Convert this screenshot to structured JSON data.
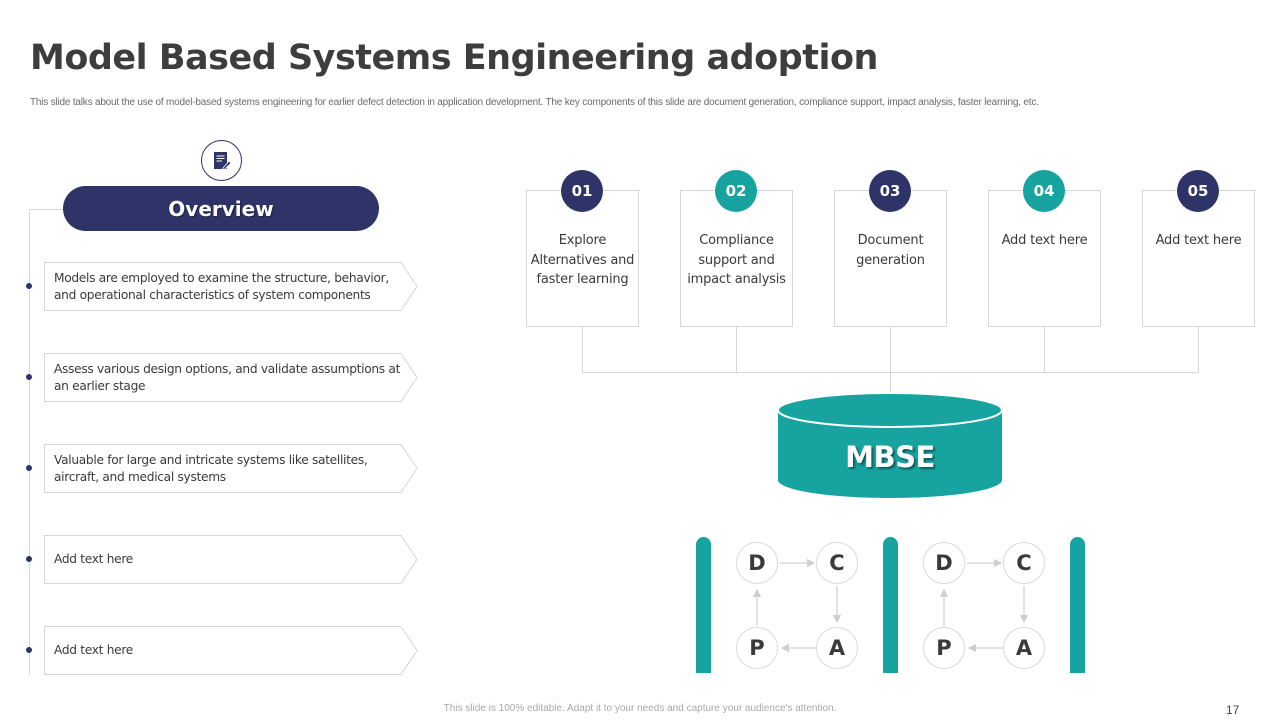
{
  "slide": {
    "title": "Model Based Systems Engineering adoption",
    "subtitle": "This slide talks about the use of model-based systems engineering for earlier defect detection in application development. The key components of this slide are document generation, compliance support, impact analysis, faster learning, etc.",
    "footer": "This slide is 100% editable. Adapt it to your needs and capture your audience's attention.",
    "page_number": "17"
  },
  "colors": {
    "navy": "#2f3468",
    "teal": "#17a3a0",
    "border": "#d6d6d6"
  },
  "overview": {
    "icon": "document-edit-icon",
    "heading": "Overview",
    "items": [
      {
        "text": "Models are employed to examine the structure, behavior, and operational characteristics of system components"
      },
      {
        "text": "Assess various design options, and validate assumptions at an earlier stage"
      },
      {
        "text": "Valuable for large and intricate systems like satellites, aircraft, and medical systems"
      },
      {
        "text": "Add text here"
      },
      {
        "text": "Add text here"
      }
    ]
  },
  "components": [
    {
      "number": "01",
      "label": "Explore Alternatives and faster learning",
      "color": "navy"
    },
    {
      "number": "02",
      "label": "Compliance support and impact analysis",
      "color": "teal"
    },
    {
      "number": "03",
      "label": "Document generation",
      "color": "navy"
    },
    {
      "number": "04",
      "label": "Add text here",
      "color": "teal"
    },
    {
      "number": "05",
      "label": "Add text here",
      "color": "navy"
    }
  ],
  "hub": {
    "label": "MBSE",
    "shape": "cylinder"
  },
  "cycles": [
    {
      "top_left": "D",
      "top_right": "C",
      "bottom_right": "A",
      "bottom_left": "P"
    },
    {
      "top_left": "D",
      "top_right": "C",
      "bottom_right": "A",
      "bottom_left": "P"
    }
  ]
}
